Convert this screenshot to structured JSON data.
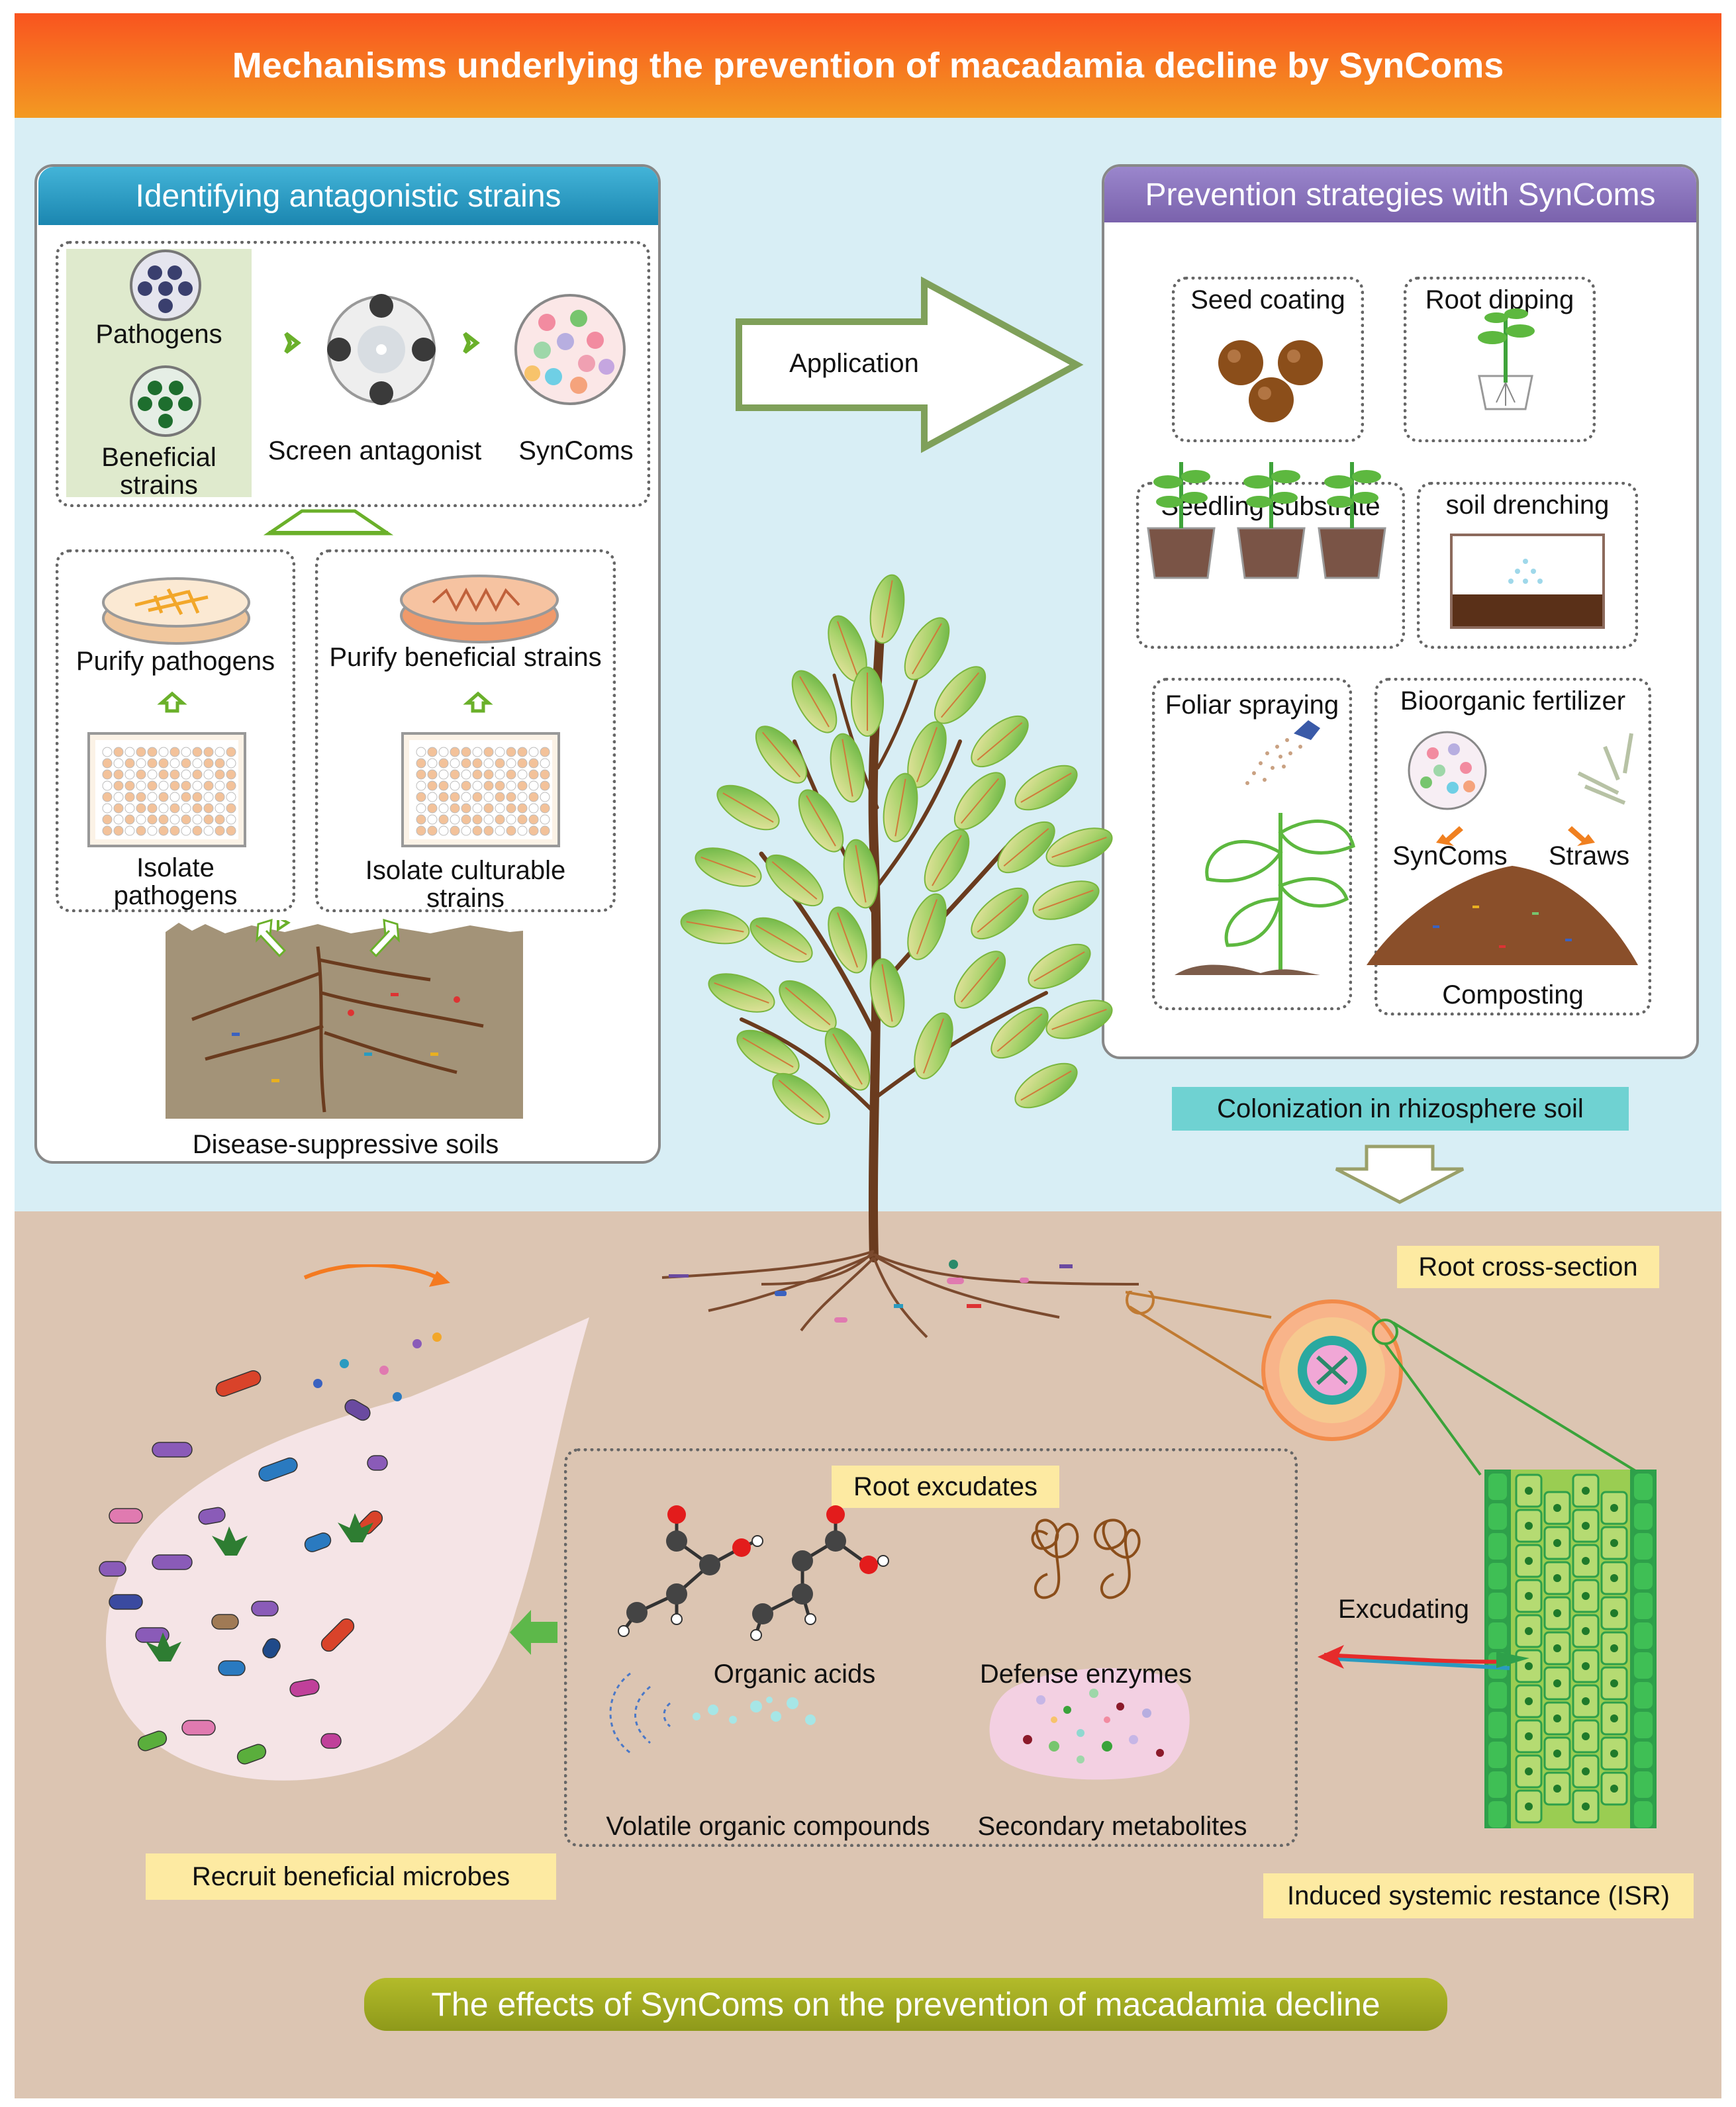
{
  "title": "Mechanisms underlying the prevention of macadamia decline by SynComs",
  "left_panel": {
    "header": "Identifying antagonistic strains",
    "pathogens": "Pathogens",
    "beneficial_strains": "Beneficial strains",
    "screen_antagonist": "Screen antagonist",
    "syncoms": "SynComs",
    "purify_pathogens": "Purify pathogens",
    "purify_beneficial": "Purify beneficial strains",
    "isolate_pathogens": "Isolate pathogens",
    "isolate_culturable": "Isolate culturable strains",
    "soil_label": "Disease-suppressive soils"
  },
  "application_label": "Application",
  "right_panel": {
    "header": "Prevention strategies with SynComs",
    "seed_coating": "Seed coating",
    "root_dipping": "Root dipping",
    "seedling_substrate": "Seedling substrate",
    "soil_drenching": "soil drenching",
    "foliar_spraying": "Foliar spraying",
    "bioorganic_fertilizer": "Bioorganic fertilizer",
    "syncoms": "SynComs",
    "straws": "Straws",
    "composting": "Composting"
  },
  "colonization_label": "Colonization in rhizosphere soil",
  "root_cross_section_label": "Root cross-section",
  "excudating_label": "Excudating",
  "root_excudates": {
    "header": "Root excudates",
    "organic_acids": "Organic acids",
    "defense_enzymes": "Defense enzymes",
    "volatile": "Volatile organic compounds",
    "secondary": "Secondary metabolites"
  },
  "recruit_label": "Recruit beneficial microbes",
  "isr_label": "Induced systemic restance (ISR)",
  "footer": "The effects of SynComs on the prevention of macadamia decline",
  "colors": {
    "title_bar": "#f26a1b",
    "sky": "#d8eef5",
    "soil_bg": "#dcc5b2",
    "left_header": "#2a9bc0",
    "right_header": "#8e78bd",
    "colonization_tag": "#6fd2d2",
    "yellow_tag": "#fdeaa2",
    "footer_bar": "#a3ad1a",
    "leaf_green": "#8cc54a",
    "trunk": "#6a3b1e"
  }
}
